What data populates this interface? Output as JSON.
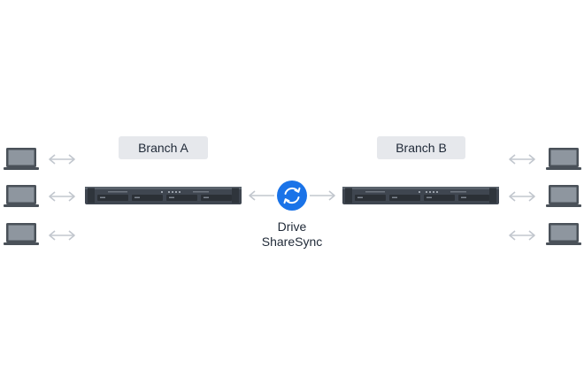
{
  "branches": [
    {
      "label": "Branch A"
    },
    {
      "label": "Branch B"
    }
  ],
  "sync": {
    "line1": "Drive",
    "line2": "ShareSync",
    "icon": "sync-icon"
  },
  "colors": {
    "accent": "#1a73e8",
    "device": "#3f4650",
    "arrow": "#c2c7ce",
    "label_bg": "#e6e8ec"
  }
}
